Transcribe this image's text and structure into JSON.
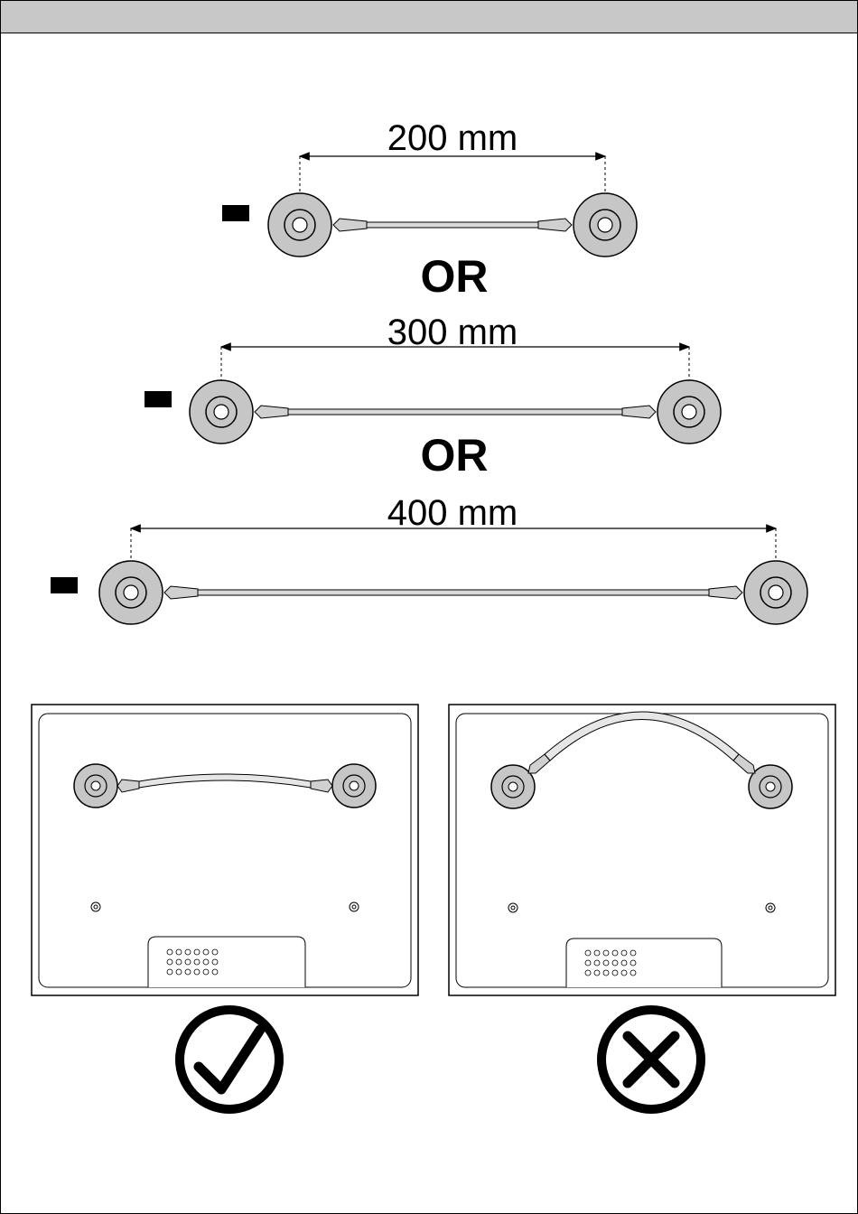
{
  "options": [
    {
      "length_label": "200 mm",
      "separator": "OR"
    },
    {
      "length_label": "300 mm",
      "separator": "OR"
    },
    {
      "length_label": "400 mm"
    }
  ],
  "icons": {
    "correct": "checkmark-circle-icon",
    "incorrect": "x-circle-icon"
  },
  "colors": {
    "foot_fill": "#c6c6c6",
    "header_bar": "#c8c8c8",
    "line": "#000000"
  }
}
